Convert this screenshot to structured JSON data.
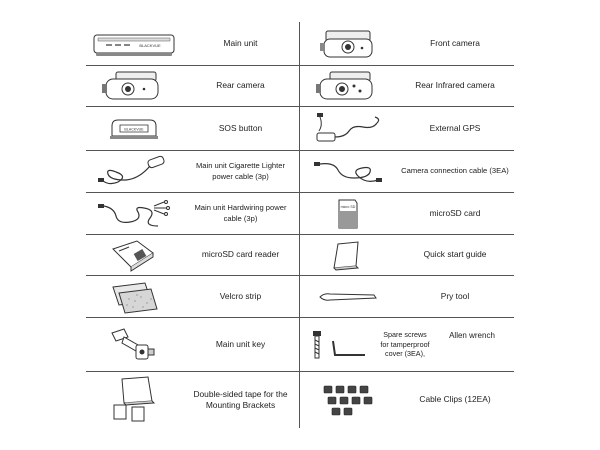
{
  "items": [
    {
      "left": "Main unit",
      "right": "Front camera"
    },
    {
      "left": "Rear camera",
      "right": "Rear Infrared camera"
    },
    {
      "left": "SOS button",
      "right": "External GPS"
    },
    {
      "left": "Main unit Cigarette Lighter power cable (3p)",
      "right": "Camera connection cable (3EA)"
    },
    {
      "left": "Main unit Hardwiring power cable (3p)",
      "right": "microSD card"
    },
    {
      "left": "microSD card reader",
      "right": "Quick start guide"
    },
    {
      "left": "Velcro strip",
      "right": "Pry tool"
    },
    {
      "left": "Main unit key",
      "right_spare": "Spare screws for tamperproof cover (3EA),",
      "right": "Allen wrench"
    },
    {
      "left": "Double-sided tape for the Mounting Brackets",
      "right": "Cable Clips (12EA)"
    }
  ],
  "images": {
    "main_unit_logo": "BLACKVUE",
    "sos_label": "BLACKVUE",
    "sd_label": "micro SD"
  },
  "icons": [
    "main-unit-image",
    "front-camera-image",
    "rear-camera-image",
    "rear-infrared-camera-image",
    "sos-button-image",
    "external-gps-image",
    "cigarette-cable-image",
    "camera-cable-image",
    "hardwiring-cable-image",
    "microsd-card-image",
    "card-reader-image",
    "quick-guide-image",
    "velcro-strip-image",
    "pry-tool-image",
    "main-unit-key-image",
    "spare-screws-image",
    "allen-wrench-image",
    "double-sided-tape-image",
    "cable-clips-image"
  ]
}
